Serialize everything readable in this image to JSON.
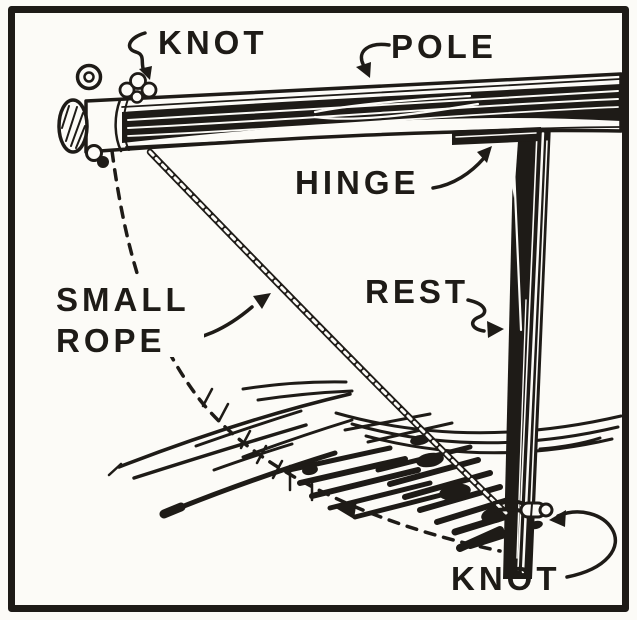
{
  "figure": {
    "colors": {
      "ink": "#1e1b17",
      "paper": "#fcfbf7"
    },
    "labels": {
      "knot_top": "KNOT",
      "pole": "POLE",
      "hinge": "HINGE",
      "small_rope_line1": "SMALL",
      "small_rope_line2": "ROPE",
      "rest": "REST",
      "knot_bottom": "KNOT"
    }
  }
}
